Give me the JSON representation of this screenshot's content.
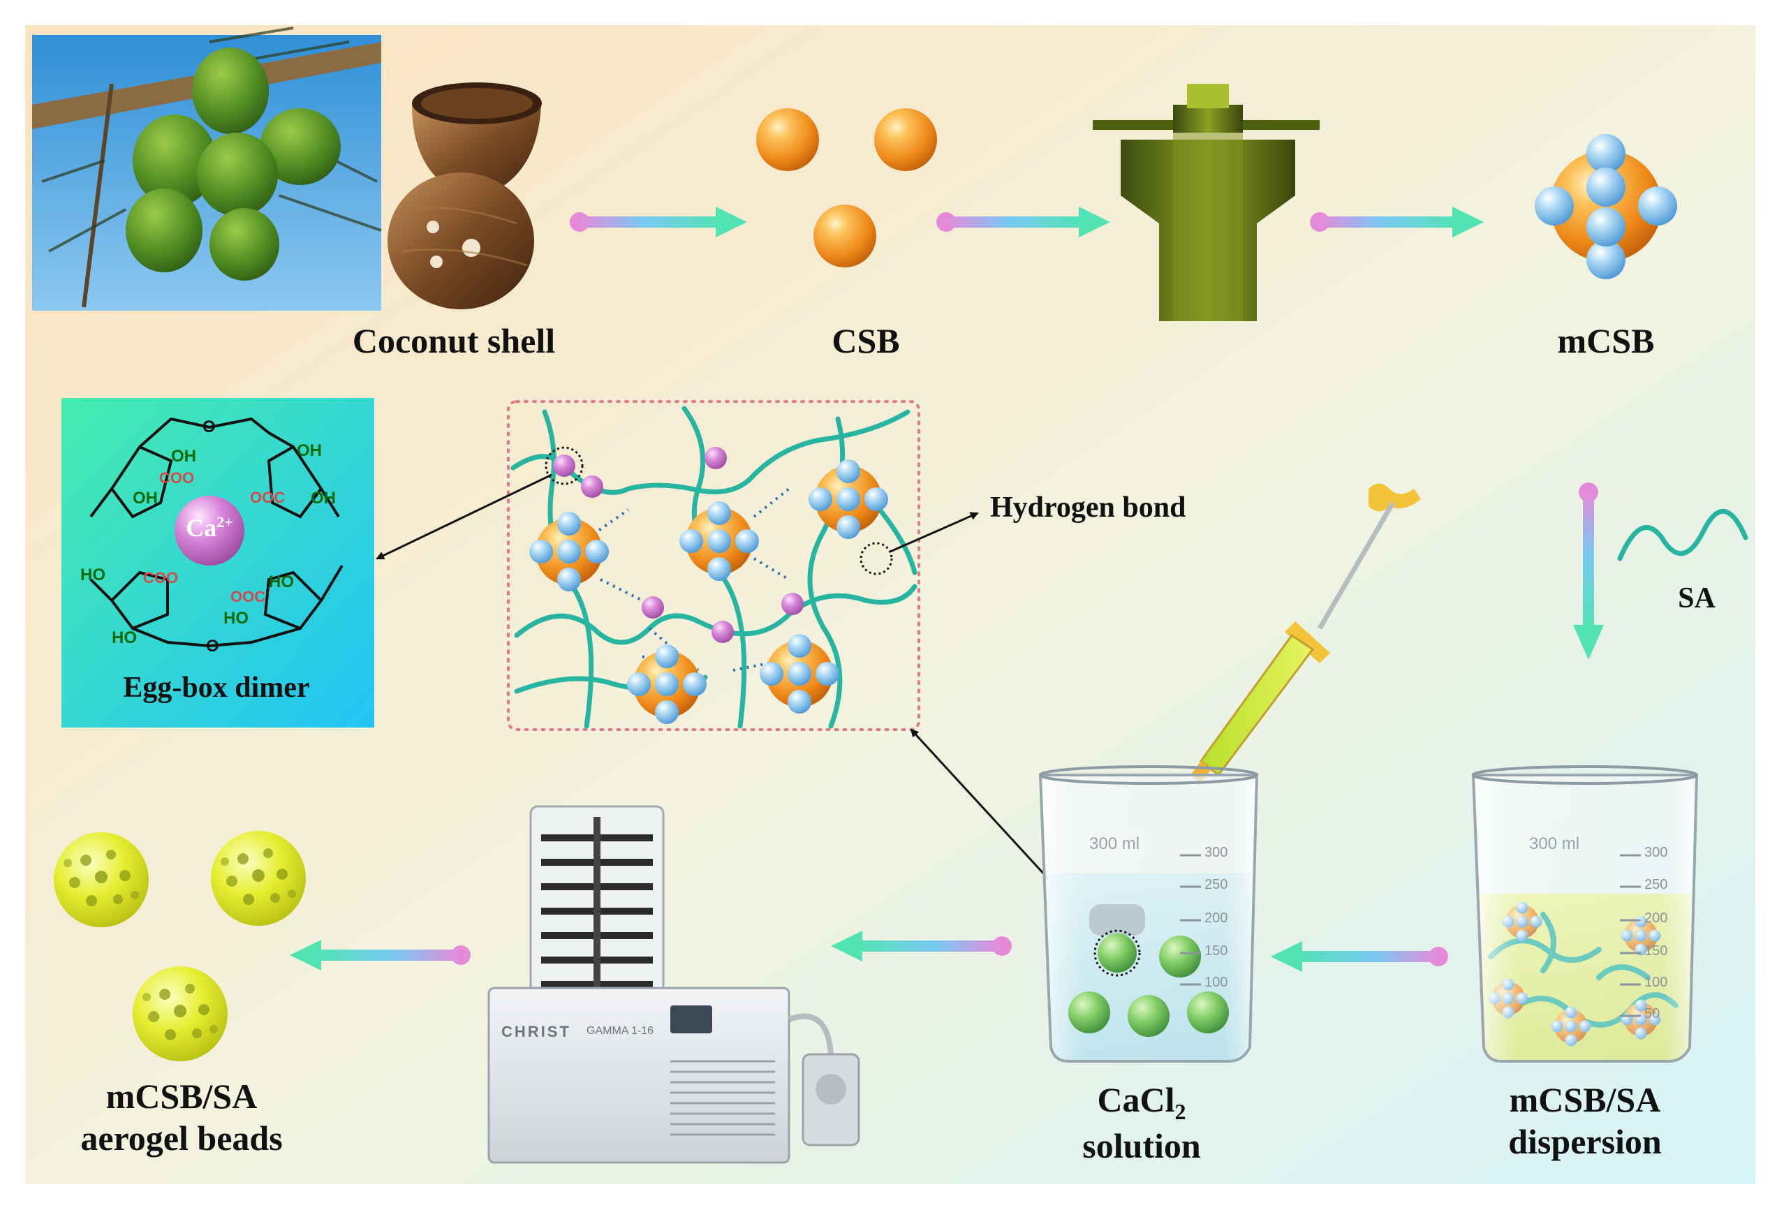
{
  "labels": {
    "coconut_shell": "Coconut shell",
    "csb": "CSB",
    "mcsb": "mCSB",
    "sa": "SA",
    "hydrogen_bond": "Hydrogen bond",
    "egg_box_dimer": "Egg-box dimer",
    "cacl2_line1": "CaCl",
    "cacl2_subscript": "2",
    "cacl2_line2": "solution",
    "dispersion_line1": "mCSB/SA",
    "dispersion_line2": "dispersion",
    "aerogel_line1": "mCSB/SA",
    "aerogel_line2": "aerogel beads"
  },
  "egg_box": {
    "ion": "Ca",
    "ion_charge": "2+",
    "oh": "OH",
    "ho": "HO",
    "coo": "COO",
    "ooc": "OOC",
    "o": "O"
  },
  "beaker": {
    "volume_label": "300 ml",
    "ticks": [
      "300",
      "250",
      "200",
      "150",
      "100"
    ],
    "ticks_right": [
      "300",
      "250",
      "200",
      "150",
      "100",
      "50"
    ]
  },
  "freeze_dryer": {
    "brand": "CHRIST",
    "model": "GAMMA 1-16"
  },
  "colors": {
    "background_start": "#fbe5c3",
    "background_end": "#d9f4f6",
    "arrow_start": "#e08ad6",
    "arrow_mid": "#6fc8f0",
    "arrow_end": "#56e0b8",
    "bead_orange": "#f0961e",
    "bead_blue": "#7cc2ec",
    "calcium_pink": "#c76bc8",
    "alginate_teal": "#27b5a2",
    "aerogel_yellow": "#e5ec2e",
    "egg_box_bg_start": "#3fe6b4",
    "egg_box_bg_end": "#27c8f2"
  }
}
